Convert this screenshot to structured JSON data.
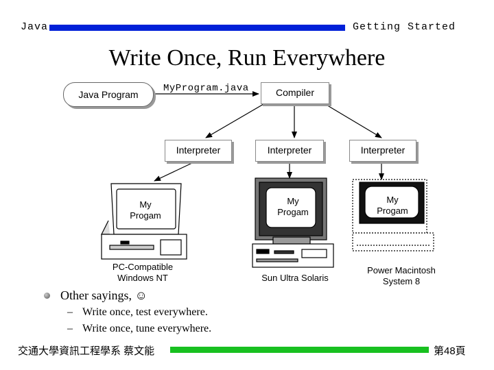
{
  "header": {
    "left": "Java",
    "right": "Getting Started"
  },
  "title": "Write Once, Run Everywhere",
  "diagram": {
    "source_label": "Java Program",
    "file_label": "MyProgram.java",
    "compiler_label": "Compiler",
    "interpreters": [
      "Interpreter",
      "Interpreter",
      "Interpreter"
    ],
    "screens": [
      "My\nProgam",
      "My\nProgam",
      "My\nProgam"
    ],
    "platforms": [
      "PC-Compatible\nWindows NT",
      "Sun Ultra Solaris",
      "Power Macintosh\nSystem 8"
    ]
  },
  "bullet": {
    "text": "Other sayings, ☺",
    "sub_items": [
      "Write once, test everywhere.",
      "Write once, tune everywhere."
    ]
  },
  "footer": {
    "left": "交通大學資訊工程學系 蔡文能",
    "right": "第48頁"
  },
  "colors": {
    "header_bar": "#0020d8",
    "footer_bar": "#18c020"
  }
}
